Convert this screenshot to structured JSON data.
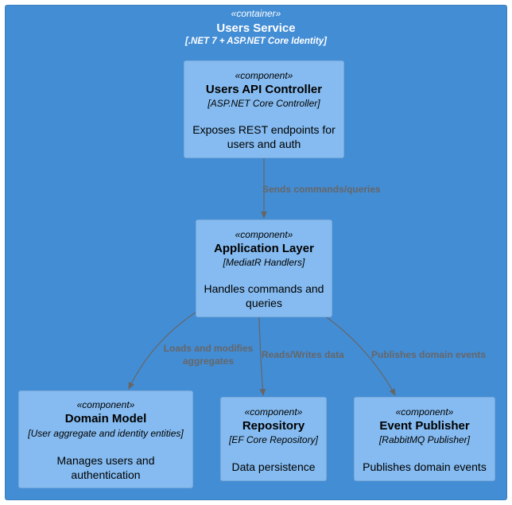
{
  "container": {
    "stereotype": "«container»",
    "name": "Users Service",
    "technology": "[.NET 7 + ASP.NET Core Identity]"
  },
  "components": {
    "api": {
      "stereotype": "«component»",
      "name": "Users API Controller",
      "technology": "[ASP.NET Core Controller]",
      "description_lines": [
        "Exposes REST endpoints for",
        "users and auth"
      ]
    },
    "app": {
      "stereotype": "«component»",
      "name": "Application Layer",
      "technology": "[MediatR Handlers]",
      "description_lines": [
        "Handles commands and",
        "queries"
      ]
    },
    "domain": {
      "stereotype": "«component»",
      "name": "Domain Model",
      "technology": "[User aggregate and identity entities]",
      "description_lines": [
        "Manages users and",
        "authentication"
      ]
    },
    "repo": {
      "stereotype": "«component»",
      "name": "Repository",
      "technology": "[EF Core Repository]",
      "description_lines": [
        "Data persistence"
      ]
    },
    "events": {
      "stereotype": "«component»",
      "name": "Event Publisher",
      "technology": "[RabbitMQ Publisher]",
      "description_lines": [
        "Publishes domain events"
      ]
    }
  },
  "relations": {
    "api_to_app": {
      "label_lines": [
        "Sends commands/queries"
      ]
    },
    "app_to_domain": {
      "label_lines": [
        "Loads and modifies",
        "aggregates"
      ]
    },
    "app_to_repo": {
      "label_lines": [
        "Reads/Writes data"
      ]
    },
    "app_to_events": {
      "label_lines": [
        "Publishes domain events"
      ]
    }
  },
  "colors": {
    "container_fill": "#438dd5",
    "component_fill": "#85bbf0",
    "relation_line": "#666666"
  }
}
